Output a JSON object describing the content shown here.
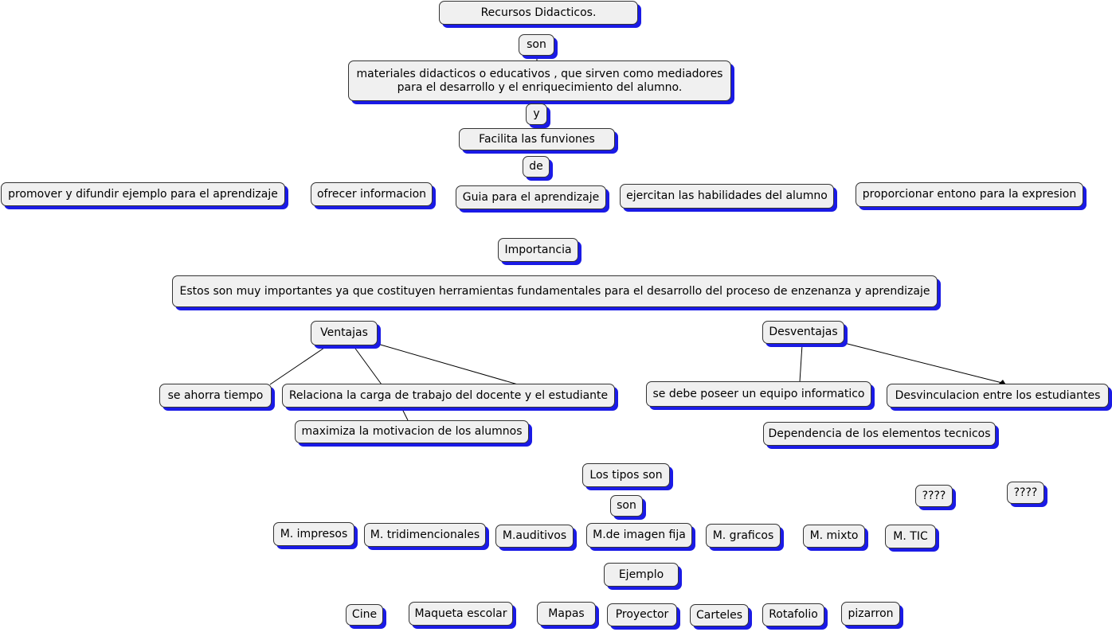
{
  "nodes": {
    "recursos": "Recursos Didacticos.",
    "son1": "son",
    "materiales": "materiales didacticos o educativos , que sirven como mediadores para el desarrollo y el enriquecimiento del alumno.",
    "y": "y",
    "facilita": "Facilita las funviones",
    "de": "de",
    "promover": "promover y difundir ejemplo para el aprendizaje",
    "ofrecer": "ofrecer informacion",
    "guia": "Guia para el aprendizaje",
    "ejercitan": "ejercitan las habilidades del alumno",
    "proporcionar": "proporcionar entono para la expresion",
    "importancia": "Importancia",
    "estos": "Estos son muy importantes ya que costituyen herramientas fundamentales para el desarrollo del proceso de enzenanza y aprendizaje",
    "ventajas": "Ventajas",
    "desventajas": "Desventajas",
    "ahorra": "se ahorra tiempo",
    "relaciona": "Relaciona la carga de trabajo del docente y el estudiante",
    "maximiza": "maximiza la motivacion de los alumnos",
    "poseer": "se debe poseer un equipo informatico",
    "desvinculacion": "Desvinculacion entre los estudiantes",
    "dependencia": "Dependencia de los elementos tecnicos",
    "tipos": "Los tipos son",
    "son2": "son",
    "q1": "????",
    "q2": "????",
    "impresos": "M. impresos",
    "tridimencionales": "M. tridimencionales",
    "auditivos": "M.auditivos",
    "imagen_fija": "M.de imagen fija",
    "graficos": "M. graficos",
    "mixto": "M. mixto",
    "tic": "M. TIC",
    "ejemplo": "Ejemplo",
    "cine": "Cine",
    "maqueta": "Maqueta escolar",
    "mapas": "Mapas",
    "proyector": "Proyector",
    "carteles": "Carteles",
    "rotafolio": "Rotafolio",
    "pizarron": "pizarron"
  },
  "colors": {
    "node_fill": "#f0f0f0",
    "node_shadow": "#1a1ae6",
    "node_border": "#333333",
    "connector": "#000000"
  }
}
